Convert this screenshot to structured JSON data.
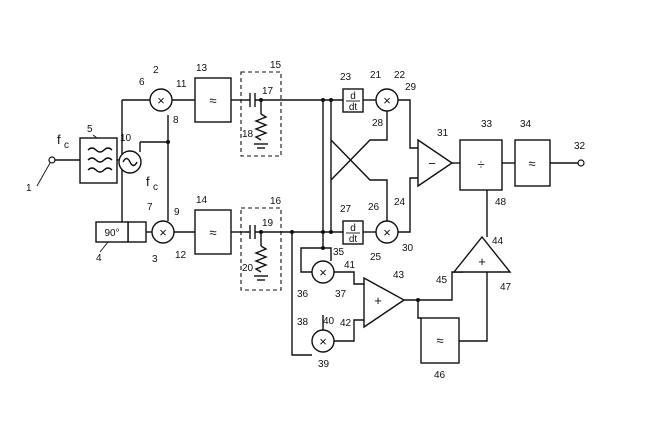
{
  "figure": {
    "input_label": "f",
    "input_label_sub": "c",
    "osc_label": "f",
    "osc_label_sub": "c",
    "phase_block": "90°",
    "derivative_top": "d",
    "derivative_bottom": "dt",
    "multiply_symbol": "×",
    "subtract_symbol": "−",
    "add_symbol": "+",
    "divide_symbol": "÷",
    "filter_symbol": "≈",
    "refs": {
      "r1": "1",
      "r2": "2",
      "r3": "3",
      "r4": "4",
      "r5": "5",
      "r6": "6",
      "r7": "7",
      "r8": "8",
      "r9": "9",
      "r10": "10",
      "r11": "11",
      "r12": "12",
      "r13": "13",
      "r14": "14",
      "r15": "15",
      "r16": "16",
      "r17": "17",
      "r18": "18",
      "r19": "19",
      "r20": "20",
      "r21": "21",
      "r22": "22",
      "r23": "23",
      "r24": "24",
      "r25": "25",
      "r26": "26",
      "r27": "27",
      "r28": "28",
      "r29": "29",
      "r30": "30",
      "r31": "31",
      "r32": "32",
      "r33": "33",
      "r34": "34",
      "r35": "35",
      "r36": "36",
      "r37": "37",
      "r38": "38",
      "r39": "39",
      "r40": "40",
      "r41": "41",
      "r42": "42",
      "r43": "43",
      "r44": "44",
      "r45": "45",
      "r46": "46",
      "r47": "47",
      "r48": "48"
    }
  }
}
